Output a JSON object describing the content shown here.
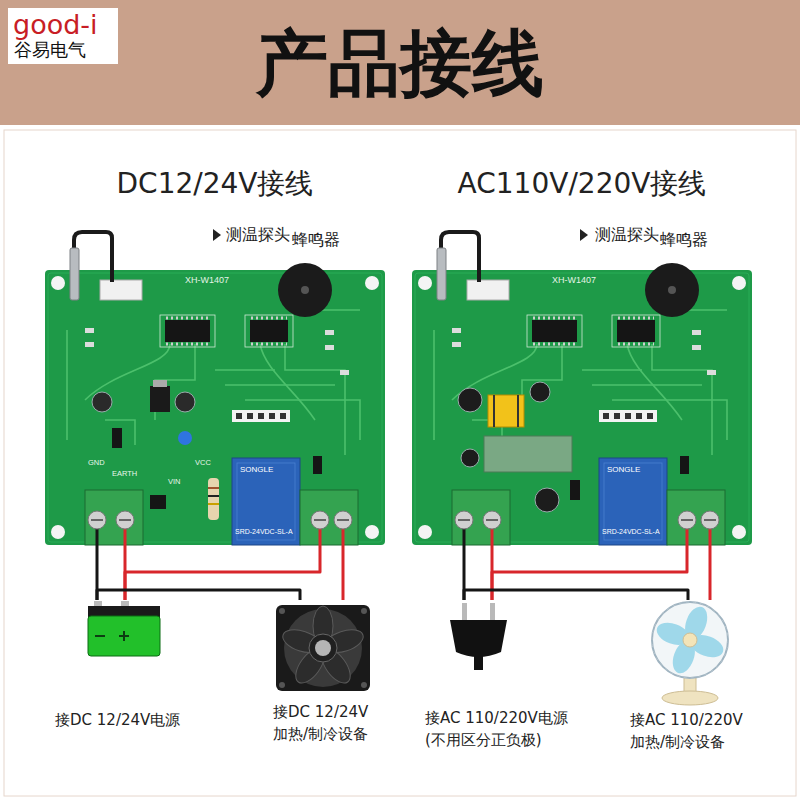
{
  "diagram": {
    "title": "产品接线",
    "nodes": [
      {
        "text": [
          "DC12/24V接线"
        ]
      },
      {
        "text": [
          "接DC 12/24V电源"
        ]
      },
      {
        "text": [
          "接DC 12/24V 加热/制冷设备"
        ]
      },
      {
        "text": [
          "AC110V/220V接线"
        ]
      },
      {
        "text": [
          "接AC 110/220V电源 (不用区分正负极)"
        ]
      },
      {
        "text": [
          "接AC 110/220V 加热/制冷设备"
        ]
      }
    ],
    "edges": [
      {
        "from": 0,
        "to": 1,
        "arrow": "none"
      },
      {
        "from": 0,
        "to": 1,
        "arrow": "none"
      },
      {
        "from": 1,
        "to": 2,
        "arrow": "none"
      },
      {
        "from": 0,
        "to": 2,
        "arrow": "none"
      },
      {
        "from": 3,
        "to": 4,
        "arrow": "none"
      },
      {
        "from": 3,
        "to": 4,
        "arrow": "none"
      },
      {
        "from": 4,
        "to": 5,
        "arrow": "none"
      },
      {
        "from": 3,
        "to": 5,
        "arrow": "none"
      }
    ],
    "labels": [
      "good-i",
      "谷易电气",
      "测温探头",
      "蜂鸣器",
      "XH-W1407",
      "GND",
      "EARTH",
      "VCC",
      "VIN",
      "SONGLE",
      "SRD-24VDC-SL-A",
      "测温探头",
      "蜂鸣器",
      "XH-W1407",
      "SONGLE",
      "SRD-24VDC-SL-A"
    ]
  }
}
